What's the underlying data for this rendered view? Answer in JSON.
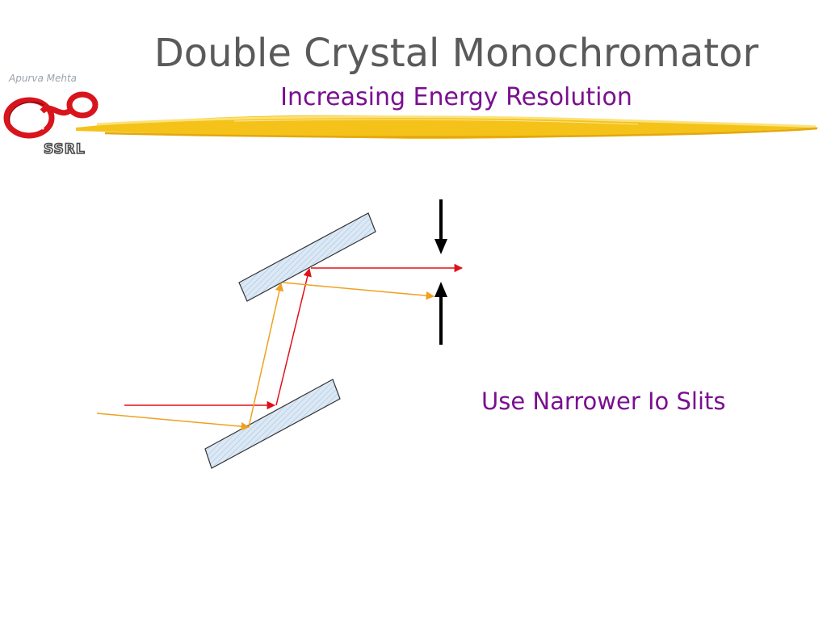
{
  "slide": {
    "title": "Double Crystal Monochromator",
    "subtitle": "Increasing Energy Resolution",
    "author": "Apurva Mehta",
    "logo_text": "SSRL"
  },
  "diagram": {
    "caption": "Use Narrower Io Slits"
  },
  "colors": {
    "title": "#5a5a5a",
    "subtitle": "#7a0f90",
    "caption": "#7a0f90",
    "ray_red": "#e0101a",
    "ray_orange": "#f0a020",
    "crystal_fill": "#dce9f5",
    "brush_yellow": "#f5c21a",
    "logo_red": "#d8141c"
  }
}
